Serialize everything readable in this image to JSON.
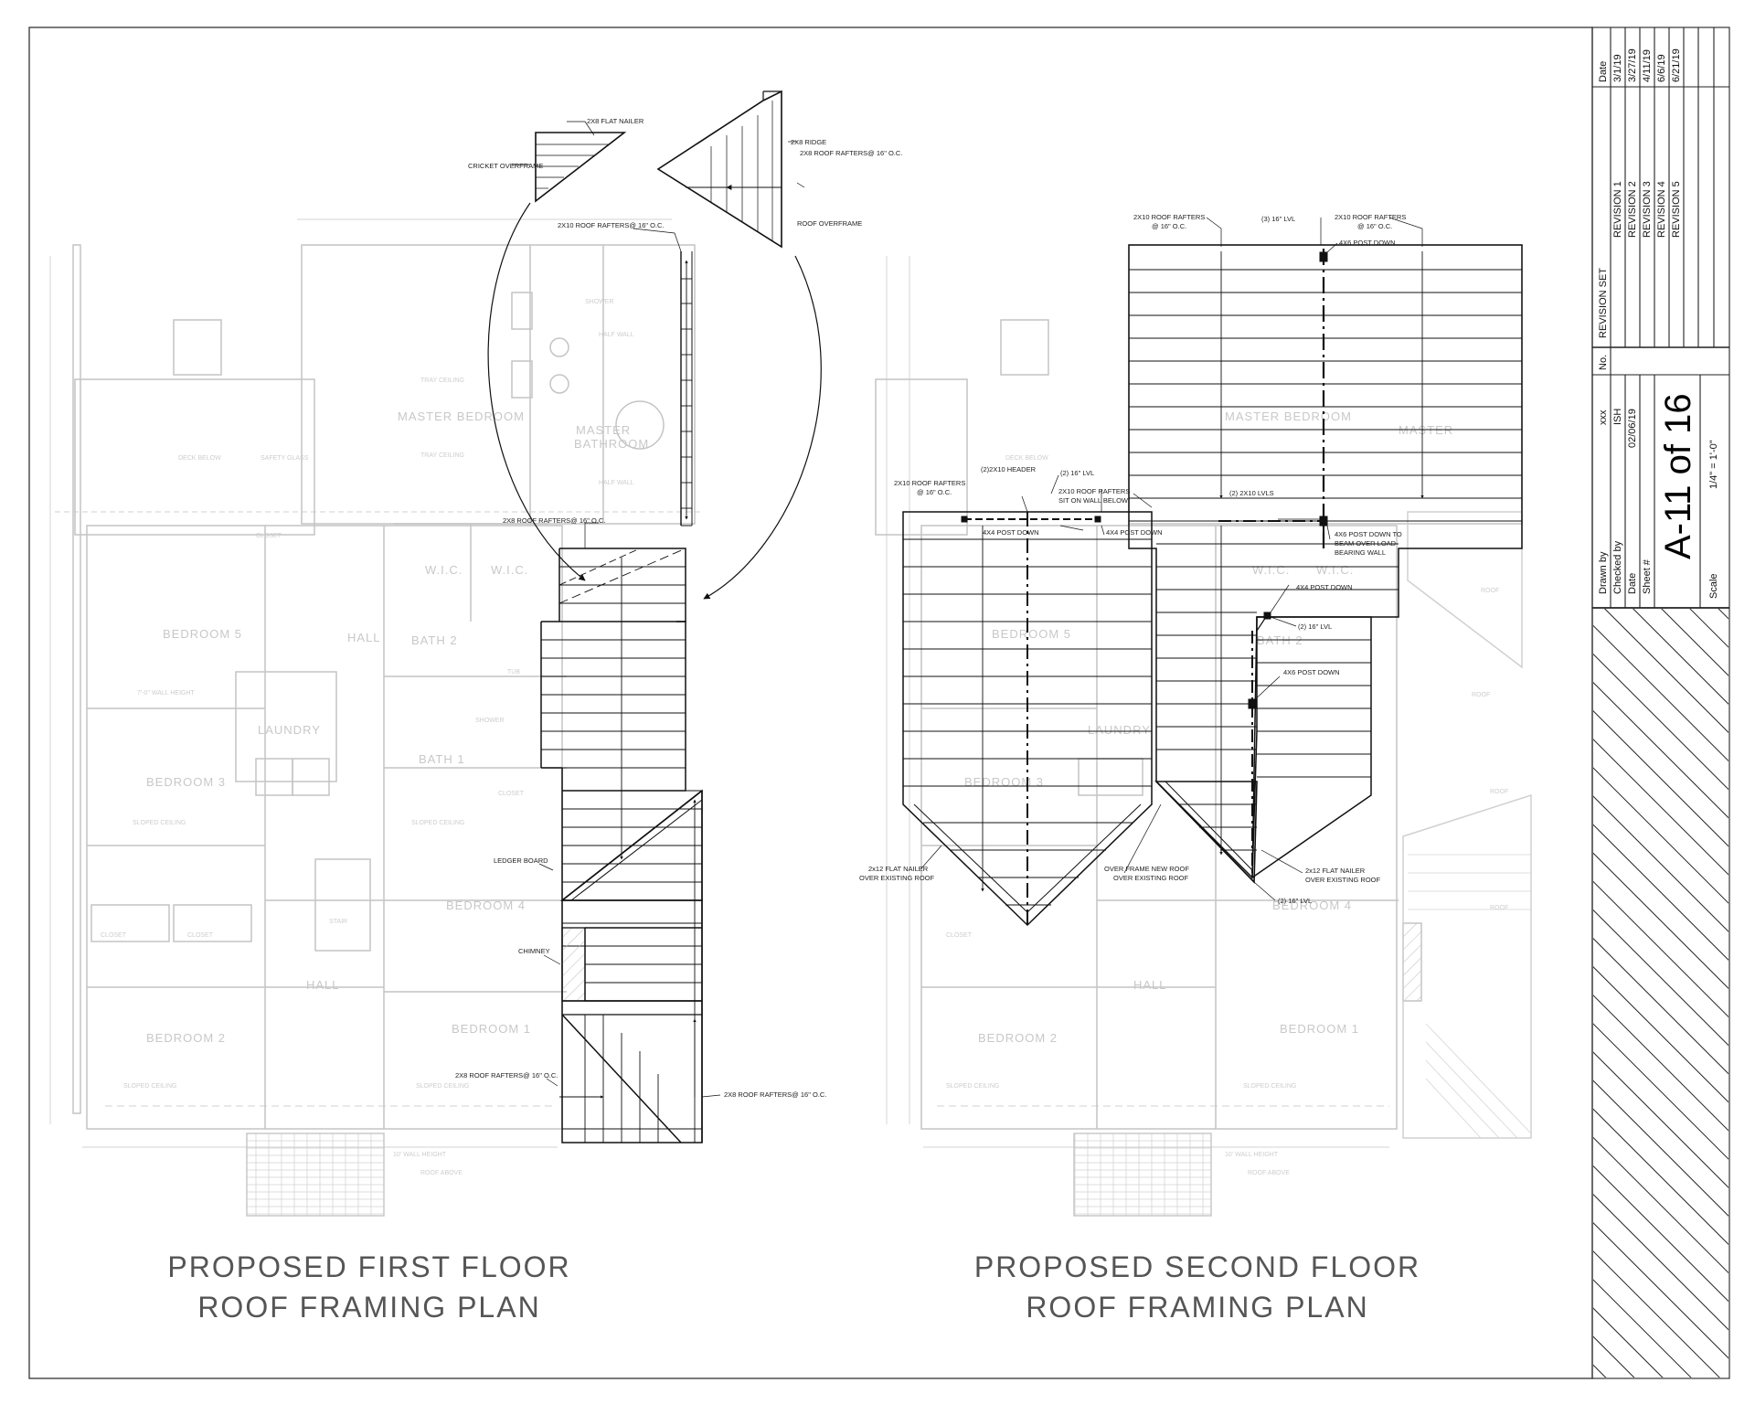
{
  "plans": {
    "first": {
      "title_line1": "PROPOSED FIRST FLOOR",
      "title_line2": "ROOF FRAMING PLAN",
      "callouts": {
        "flat_nailer": "2X8 FLAT NAILER",
        "cricket_overframe": "CRICKET OVERFRAME",
        "ridge": "2X8 RIDGE",
        "rafters_2x8_top": "2X8 ROOF RAFTERS@ 16\" O.C.",
        "roof_overframe": "ROOF OVERFRAME",
        "rafters_2x10": "2X10 ROOF RAFTERS@ 16\" O.C.",
        "rafters_2x8_mid": "2X8 ROOF RAFTERS@ 16\" O.C.",
        "ledger_board": "LEDGER BOARD",
        "chimney": "CHIMNEY",
        "rafters_2x8_bottom_left": "2X8 ROOF RAFTERS@ 16\" O.C.",
        "rafters_2x8_bottom_right": "2X8 ROOF RAFTERS@ 16\" O.C."
      }
    },
    "second": {
      "title_line1": "PROPOSED SECOND FLOOR",
      "title_line2": "ROOF FRAMING PLAN",
      "callouts": {
        "rafters_left_top_1": "2X10 ROOF RAFTERS",
        "rafters_left_top_2": "@ 16\" O.C.",
        "lvl_3": "(3) 16\" LVL",
        "rafters_right_top_1": "2X10 ROOF RAFTERS",
        "rafters_right_top_2": "@ 16\" O.C.",
        "post_4x6_top": "4X6 POST DOWN",
        "rafters_wing_1": "2X10 ROOF RAFTERS",
        "rafters_wing_2": "@ 16\" O.C.",
        "header": "(2)2X10 HEADER",
        "lvl_2a": "(2) 16\" LVL",
        "sit_on_wall_1": "2X10 ROOF RAFTERS",
        "sit_on_wall_2": "SIT ON WALL BELOW",
        "post_4x4_a": "4X4 POST DOWN",
        "post_4x4_b": "4X4 POST DOWN",
        "lvls_2x10": "(2) 2X10 LVLS",
        "post_beam_1": "4X6 POST DOWN TO",
        "post_beam_2": "BEAM OVER LOAD",
        "post_beam_3": "BEARING WALL",
        "post_4x4_c": "4X4 POST DOWN",
        "lvl_2b": "(2) 16\" LVL",
        "post_4x6_mid": "4X6 POST DOWN",
        "nailer_left_1": "2x12 FLAT NAILER",
        "nailer_left_2": "OVER EXISTING ROOF",
        "overframe_1": "OVER FRAME NEW ROOF",
        "overframe_2": "OVER EXISTING ROOF",
        "nailer_right_1": "2x12 FLAT NAILER",
        "nailer_right_2": "OVER EXISTING ROOF",
        "lvl_2c": "(2) 16\" LVL"
      }
    }
  },
  "background_labels": {
    "master_bedroom": "MASTER BEDROOM",
    "master_bathroom_1": "MASTER",
    "master_bathroom_2": "BATHROOM",
    "wic": "W.I.C.",
    "hall": "HALL",
    "bath_2": "BATH 2",
    "bath_1": "BATH 1",
    "laundry": "LAUNDRY",
    "bedroom_5": "BEDROOM 5",
    "bedroom_3": "BEDROOM 3",
    "bedroom_4": "BEDROOM 4",
    "bedroom_2": "BEDROOM 2",
    "bedroom_1": "BEDROOM 1",
    "closet": "CLOSET",
    "shower": "SHOWER",
    "tub": "TUB",
    "deck_below": "DECK BELOW",
    "safety_glass": "SAFETY GLASS",
    "tray_ceiling": "TRAY CEILING",
    "sloped_ceiling": "SLOPED CEILING",
    "half_wall": "HALF WALL",
    "roof": "ROOF",
    "roof_above": "ROOF ABOVE",
    "wall_height_10": "10' WALL HEIGHT",
    "wall_height_7": "7'-0\" WALL HEIGHT",
    "stair": "STAIR"
  },
  "title_block": {
    "revision_header": "REVISION SET",
    "date_header": "Date",
    "no_header": "No.",
    "revisions": [
      {
        "name": "REVISION 1",
        "date": "3/1/19"
      },
      {
        "name": "REVISION 2",
        "date": "3/27/19"
      },
      {
        "name": "REVISION 3",
        "date": "4/11/19"
      },
      {
        "name": "REVISION 4",
        "date": "6/6/19"
      },
      {
        "name": "REVISION 5",
        "date": "6/21/19"
      }
    ],
    "drawn_by_label": "Drawn by",
    "drawn_by": "xxx",
    "checked_by_label": "Checked by",
    "checked_by": "ISH",
    "date_label": "Date",
    "date": "02/06/19",
    "sheet_label": "Sheet #",
    "sheet": "A-11 of 16",
    "scale_label": "Scale",
    "scale": "1/4\" = 1'-0\""
  }
}
